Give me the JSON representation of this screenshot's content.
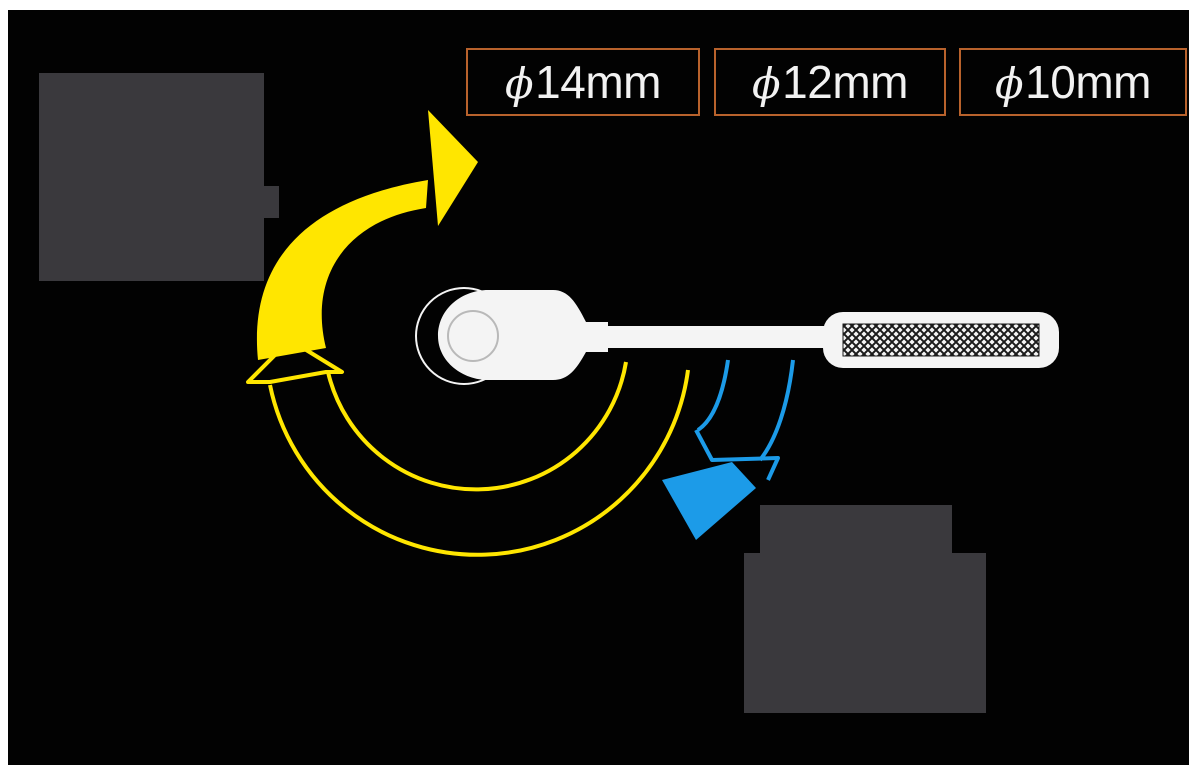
{
  "labels": {
    "symbol": "ϕ",
    "sizes": [
      {
        "value": "14mm"
      },
      {
        "value": "12mm"
      },
      {
        "value": "10mm"
      }
    ]
  },
  "colors": {
    "background": "#020202",
    "tighten_arrow": "#ffe600",
    "loosen_arrow": "#1c9be8",
    "wrench": "#f4f4f4",
    "label_border": "#b8622c",
    "redaction": "#3a393d"
  }
}
